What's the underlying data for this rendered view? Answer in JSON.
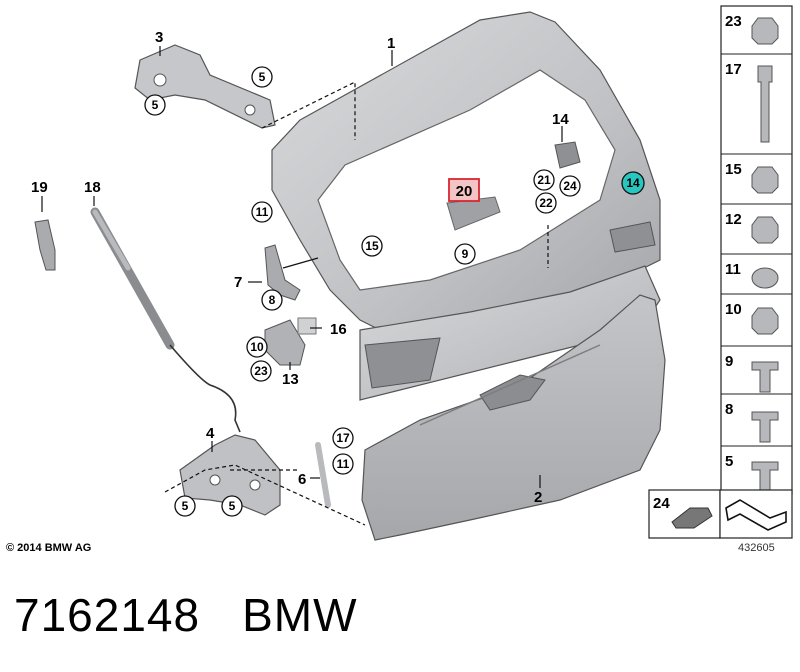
{
  "callouts": {
    "c1": "1",
    "c2": "2",
    "c3": "3",
    "c4": "4",
    "c5a": "5",
    "c5b": "5",
    "c5c": "5",
    "c5d": "5",
    "c6": "6",
    "c7": "7",
    "c8": "8",
    "c9": "9",
    "c10": "10",
    "c11a": "11",
    "c11b": "11",
    "c13": "13",
    "c14a": "14",
    "c14b": "14",
    "c15": "15",
    "c16": "16",
    "c17": "17",
    "c18": "18",
    "c19": "19",
    "c20": "20",
    "c21": "21",
    "c22": "22",
    "c23": "23",
    "c24": "24"
  },
  "legend": {
    "items": [
      {
        "label": "23",
        "icon": "flange-nut-icon"
      },
      {
        "label": "17",
        "icon": "long-bolt-icon"
      },
      {
        "label": "15",
        "icon": "hex-nut-icon"
      },
      {
        "label": "12",
        "icon": "collar-nut-icon"
      },
      {
        "label": "11",
        "icon": "cap-icon"
      },
      {
        "label": "10",
        "icon": "flange-nut-small-icon"
      },
      {
        "label": "9",
        "icon": "torx-screw-icon"
      },
      {
        "label": "8",
        "icon": "torx-screw-washer-icon"
      },
      {
        "label": "5",
        "icon": "flange-bolt-icon"
      }
    ],
    "bottom_item": "24"
  },
  "footer": {
    "copyright": "© 2014 BMW AG",
    "diagram_number": "432605"
  },
  "caption": {
    "part_number": "7162148",
    "brand": "BMW"
  },
  "colors": {
    "panel": "#c9cacc",
    "panel_dark": "#a9abae",
    "highlight_red": "#d9262f",
    "highlight_teal": "#29c6c0"
  }
}
